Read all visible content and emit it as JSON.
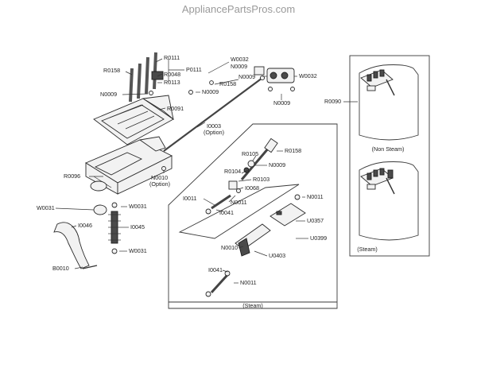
{
  "watermark": "AppliancePartsPros.com",
  "labels": {
    "R0111": "R0111",
    "R0158_top": "R0158",
    "R0048": "R0048",
    "P0111": "P0111",
    "R0113": "R0113",
    "W0032_a": "W0032",
    "N0009_a": "N0009",
    "N0009_b": "N0009",
    "R0158_mid": "R0158",
    "W0032_b": "W0032",
    "N0009_c": "N0009",
    "N0009_d": "N0009",
    "N0009_e": "N0009",
    "R0091": "R0091",
    "I0003": "I0003",
    "I0003_opt": "(Option)",
    "R0096": "R0096",
    "N0010_a": "N0010",
    "N0010_opt": "(Option)",
    "W0031_a": "W0031",
    "W0031_b": "W0031",
    "I0046": "I0046",
    "I0045": "I0045",
    "W0031_c": "W0031",
    "B0010": "B0010",
    "R0105": "R0105",
    "R0158_s": "R0158",
    "N0009_s": "N0009",
    "R0104": "R0104",
    "R0103": "R0103",
    "I0068": "I0068",
    "I0011_a": "I0011",
    "N0011_a": "N0011",
    "I0041_a": "I0041",
    "N0011_b": "N0011",
    "U0357": "U0357",
    "U0399": "U0399",
    "N0010_s": "N0010",
    "U0403": "U0403",
    "I0041_b": "I0041",
    "N0011_c": "N0011",
    "steam_caption": "(Steam)",
    "R0090": "R0090",
    "non_steam_caption": "(Non Steam)",
    "steam_caption_right": "(Steam)"
  }
}
